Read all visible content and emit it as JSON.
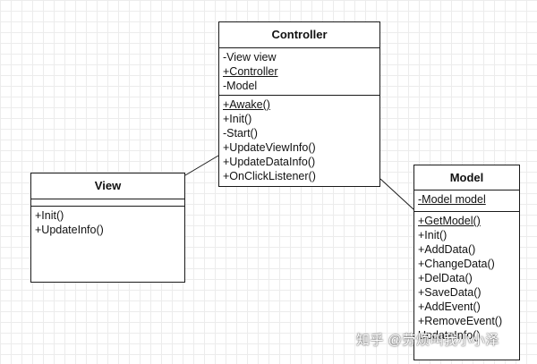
{
  "classes": {
    "controller": {
      "name": "Controller",
      "attributes": [
        "-View view",
        "+Controller",
        "-Model"
      ],
      "methods": [
        "+Awake()",
        "+Init()",
        "-Start()",
        "+UpdateViewInfo()",
        "+UpdateDataInfo()",
        "+OnClickListener()"
      ]
    },
    "view": {
      "name": "View",
      "attributes": [],
      "methods": [
        "+Init()",
        "+UpdateInfo()"
      ]
    },
    "model": {
      "name": "Model",
      "attributes": [
        "-Model model"
      ],
      "methods": [
        "+GetModel()",
        "+Init()",
        "+AddData()",
        "+ChangeData()",
        "+DelData()",
        "+SaveData()",
        "+AddEvent()",
        "+RemoveEvent()",
        "UpdateInfo()"
      ]
    }
  },
  "watermark": "知乎 @劳烦叫我小小泽",
  "colors": {
    "border": "#1a1a1a",
    "background": "#ffffff",
    "grid": "#ececec"
  }
}
